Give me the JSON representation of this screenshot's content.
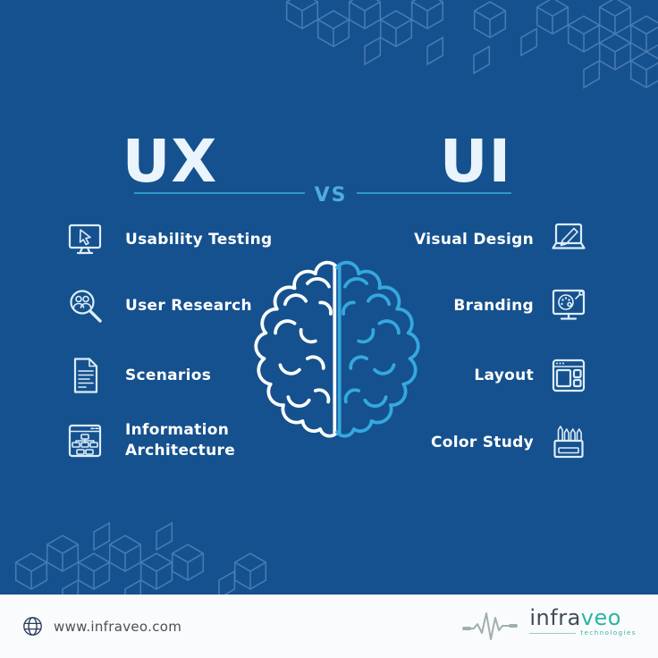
{
  "page": {
    "background_color": "#15518E",
    "accent_cyan": "#3FA9DC",
    "pattern_line_color": "#4F80B7",
    "text_white": "#FFFFFF",
    "title_color": "#E9F4FC"
  },
  "header": {
    "left_title": "UX",
    "right_title": "UI",
    "divider_label": "VS"
  },
  "ux_column": {
    "items": [
      {
        "label": "Usability Testing",
        "icon": "monitor-cursor-icon"
      },
      {
        "label": "User Research",
        "icon": "magnifier-people-icon"
      },
      {
        "label": "Scenarios",
        "icon": "document-icon"
      },
      {
        "label": "Information Architecture",
        "icon": "sitemap-window-icon"
      }
    ]
  },
  "ui_column": {
    "items": [
      {
        "label": "Visual Design",
        "icon": "laptop-pen-icon"
      },
      {
        "label": "Branding",
        "icon": "monitor-palette-icon"
      },
      {
        "label": "Layout",
        "icon": "layout-window-icon"
      },
      {
        "label": "Color Study",
        "icon": "crayon-box-icon"
      }
    ]
  },
  "center": {
    "illustration": "brain half white / half cyan",
    "left_half_color": "#FFFFFF",
    "right_half_color": "#35A8DF"
  },
  "footer": {
    "website": "www.infraveo.com",
    "brand": {
      "name_primary": "infra",
      "name_accent": "veo",
      "tagline": "technologies",
      "accent_color": "#2BB5A6",
      "primary_color": "#3E4E58"
    }
  }
}
